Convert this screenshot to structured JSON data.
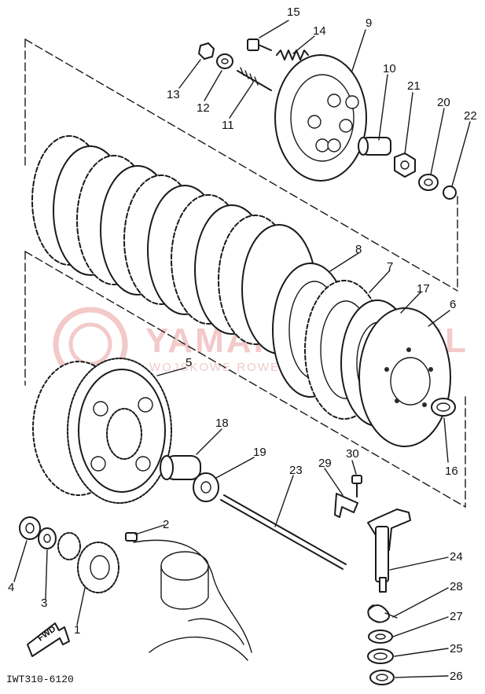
{
  "diagram": {
    "part_numbers": [
      "1",
      "2",
      "3",
      "4",
      "5",
      "6",
      "7",
      "8",
      "9",
      "10",
      "11",
      "12",
      "13",
      "14",
      "15",
      "16",
      "17",
      "18",
      "19",
      "20",
      "21",
      "22",
      "23",
      "24",
      "25",
      "26",
      "27",
      "28",
      "29",
      "30"
    ],
    "arrow_label": "FWD",
    "caption": "IWT310-6120",
    "watermark": {
      "title": "YAMAHAKOCHEL",
      "subtitle": "WOJSKOWE ROWERY SKUTERY",
      "color": "#f3c9c9"
    }
  }
}
